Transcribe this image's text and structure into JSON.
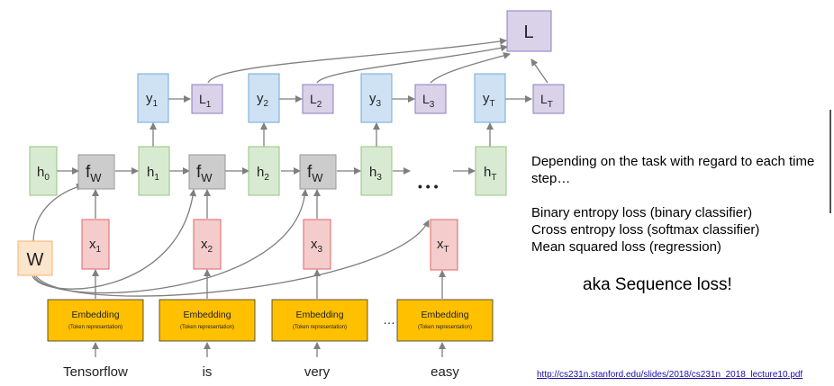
{
  "diagram": {
    "loss_total": "L",
    "h0": "h",
    "h0_sub": "0",
    "steps": [
      {
        "h": "h",
        "h_sub": "1",
        "y": "y",
        "y_sub": "1",
        "L": "L",
        "L_sub": "1",
        "x": "x",
        "x_sub": "1"
      },
      {
        "h": "h",
        "h_sub": "2",
        "y": "y",
        "y_sub": "2",
        "L": "L",
        "L_sub": "2",
        "x": "x",
        "x_sub": "2"
      },
      {
        "h": "h",
        "h_sub": "3",
        "y": "y",
        "y_sub": "3",
        "L": "L",
        "L_sub": "3",
        "x": "x",
        "x_sub": "3"
      },
      {
        "h": "h",
        "h_sub": "T",
        "y": "y",
        "y_sub": "T",
        "L": "L",
        "L_sub": "T",
        "x": "x",
        "x_sub": "T"
      }
    ],
    "fw_main": "f",
    "fw_sub": "W",
    "weight_label": "W",
    "ellipsis": "…",
    "dots": "• • •",
    "embedding_title": "Embedding",
    "embedding_subtitle": "(Token representation)",
    "tokens": [
      "Tensorflow",
      "is",
      "very",
      "easy"
    ]
  },
  "panel": {
    "description": "Depending on the task with regard to each time step…",
    "losses": [
      "Binary entropy loss (binary classifier)",
      "Cross entropy loss (softmax classifier)",
      "Mean squared loss (regression)"
    ],
    "aka": "aka Sequence loss!",
    "link": "http://cs231n.stanford.edu/slides/2018/cs231n_2018_lecture10.pdf"
  },
  "colors": {
    "h_fill": "#d9ead3",
    "h_stroke": "#93c47d",
    "y_fill": "#cfe2f3",
    "y_stroke": "#6fa8dc",
    "L_fill": "#d9d2e9",
    "L_stroke": "#8e7cc3",
    "x_fill": "#f4cccc",
    "x_stroke": "#e06666",
    "fw_fill": "#cccccc",
    "fw_stroke": "#999999",
    "w_fill": "#fce5cd",
    "w_stroke": "#f6b26b",
    "emb_fill": "#ffc000",
    "arrow": "#7f7f7f"
  }
}
